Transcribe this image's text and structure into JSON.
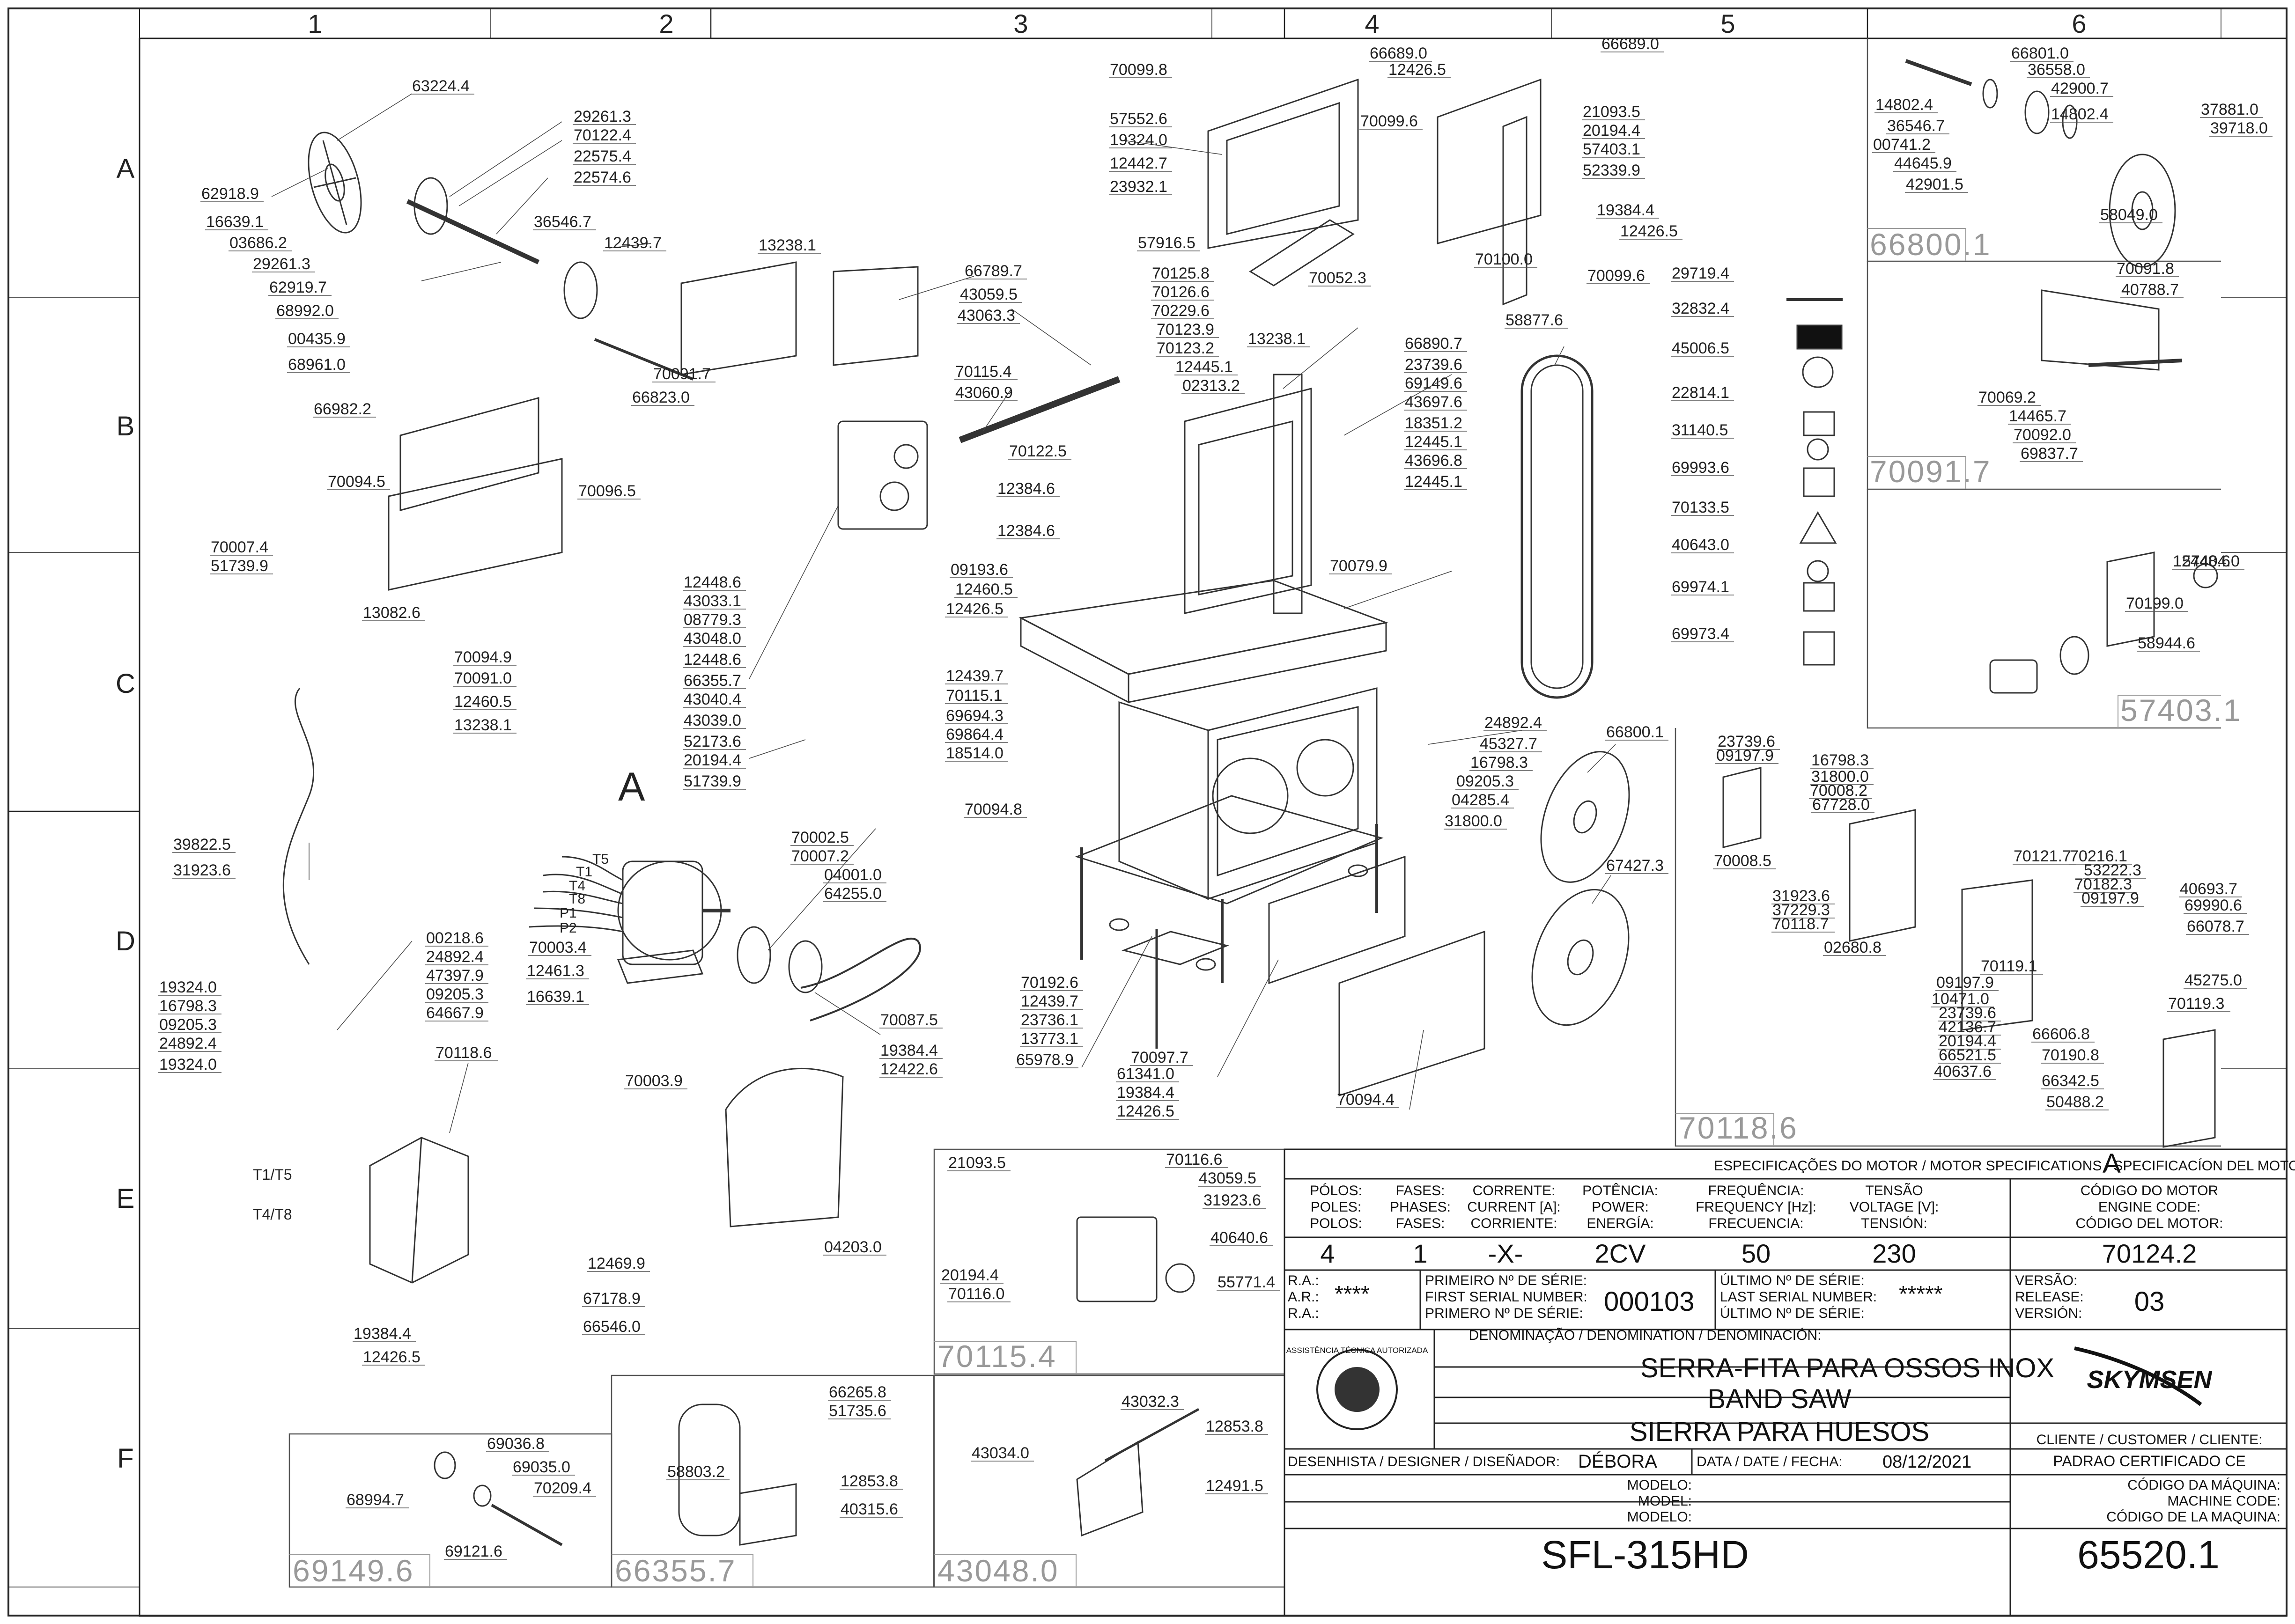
{
  "grid": {
    "columns": [
      "1",
      "2",
      "3",
      "4",
      "5",
      "6"
    ],
    "rows": [
      "A",
      "B",
      "C",
      "D",
      "E",
      "F"
    ]
  },
  "detail_boxes": {
    "a": "66800.1",
    "b": "70091.7",
    "c": "57403.1",
    "d": "70118.6",
    "e": "70115.4",
    "f": "69149.6",
    "g": "66355.7",
    "h": "43048.0"
  },
  "assembly_letter": "A",
  "motor_leads": [
    "T5",
    "T1",
    "T4",
    "T8",
    "P1",
    "P2"
  ],
  "part_labels": [
    "63224.4",
    "62918.9",
    "16639.1",
    "03686.2",
    "29261.3",
    "62919.7",
    "68992.0",
    "00435.9",
    "68961.0",
    "29261.3",
    "70122.4",
    "22575.4",
    "22574.6",
    "36546.7",
    "12439.7",
    "13238.1",
    "66823.0",
    "70091.7",
    "66982.2",
    "70094.5",
    "70096.5",
    "13082.6",
    "70007.4",
    "51739.9",
    "70094.9",
    "70091.0",
    "12460.5",
    "13238.1",
    "66789.7",
    "43059.5",
    "43063.3",
    "70115.4",
    "43060.9",
    "12448.6",
    "43033.1",
    "08779.3",
    "43048.0",
    "12448.6",
    "66355.7",
    "43040.4",
    "43039.0",
    "52173.6",
    "20194.4",
    "51739.9",
    "70099.8",
    "57552.6",
    "19324.0",
    "12442.7",
    "23932.1",
    "57916.5",
    "70125.8",
    "70126.6",
    "70229.6",
    "70123.9",
    "70123.2",
    "12445.1",
    "02313.2",
    "13238.1",
    "70122.5",
    "12384.6",
    "12384.6",
    "09193.6",
    "12460.5",
    "12426.5",
    "12439.7",
    "70115.1",
    "69694.3",
    "69864.4",
    "18514.0",
    "70094.8",
    "66689.0",
    "12426.5",
    "70099.6",
    "70052.3",
    "66890.7",
    "23739.6",
    "69149.6",
    "43697.6",
    "18351.2",
    "12445.1",
    "43696.8",
    "12445.1",
    "70079.9",
    "66689.0",
    "21093.5",
    "20194.4",
    "57403.1",
    "52339.9",
    "70100.0",
    "19384.4",
    "12426.5",
    "70099.6",
    "58877.6",
    "29719.4",
    "32832.4",
    "45006.5",
    "22814.1",
    "31140.5",
    "69993.6",
    "70133.5",
    "40643.0",
    "69974.1",
    "69973.4",
    "24892.4",
    "45327.7",
    "16798.3",
    "09205.3",
    "04285.4",
    "31800.0",
    "66800.1",
    "67427.3",
    "70094.4",
    "70097.7",
    "61341.0",
    "19384.4",
    "12426.5",
    "70192.6",
    "12439.7",
    "23736.1",
    "13773.1",
    "65978.9",
    "70002.5",
    "70007.2",
    "04001.0",
    "64255.0",
    "70087.5",
    "70003.4",
    "12461.3",
    "16639.1",
    "39822.5",
    "31923.6",
    "00218.6",
    "24892.4",
    "47397.9",
    "09205.3",
    "64667.9",
    "19324.0",
    "16798.3",
    "09205.3",
    "24892.4",
    "19324.0",
    "70118.6",
    "19384.4",
    "12422.6",
    "70003.9",
    "12469.9",
    "67178.9",
    "66546.0",
    "04203.0",
    "19384.4",
    "12426.5",
    "66801.0",
    "36558.0",
    "42900.7",
    "14802.4",
    "14802.4",
    "36546.7",
    "00741.2",
    "44645.9",
    "42901.5",
    "37881.0",
    "39718.0",
    "58049.0",
    "70091.8",
    "40788.7",
    "70069.2",
    "14465.7",
    "70092.0",
    "69837.7",
    "12448.6",
    "57404.0",
    "70199.0",
    "58944.6",
    "21093.5",
    "70116.6",
    "43059.5",
    "31923.6",
    "40640.6",
    "20194.4",
    "70116.0",
    "55771.4",
    "66265.8",
    "51735.6",
    "58803.2",
    "12853.8",
    "40315.6",
    "43032.3",
    "12853.8",
    "43034.0",
    "12491.5",
    "69036.8",
    "69035.0",
    "68994.7",
    "70209.4",
    "69121.6",
    "23739.6",
    "09197.9",
    "16798.3",
    "31800.0",
    "70008.2",
    "67728.0",
    "70008.5",
    "31923.6",
    "37229.3",
    "70118.7",
    "02680.8",
    "70121.7",
    "70216.1",
    "53222.3",
    "70182.3",
    "09197.9",
    "40693.7",
    "69990.6",
    "66078.7",
    "45275.0",
    "70119.1",
    "09197.9",
    "10471.0",
    "23739.6",
    "42136.7",
    "20194.4",
    "66521.5",
    "40637.6",
    "66606.8",
    "70190.8",
    "66342.5",
    "50488.2",
    "70119.3"
  ],
  "motor_spec": {
    "heading": "ESPECIFICAÇÕES DO MOTOR / MOTOR SPECIFICATIONS / SPECIFICACÍON DEL MOTOR:",
    "motor_letter": "A",
    "col_poles": [
      "PÓLOS:",
      "POLES:",
      "POLOS:"
    ],
    "col_phases": [
      "FASES:",
      "PHASES:",
      "FASES:"
    ],
    "col_current": [
      "CORRENTE:",
      "CURRENT [A]:",
      "CORRIENTE:"
    ],
    "col_power": [
      "POTÊNCIA:",
      "POWER:",
      "ENERGÍA:"
    ],
    "col_freq": [
      "FREQUÊNCIA:",
      "FREQUENCY [Hz]:",
      "FRECUENCIA:"
    ],
    "col_voltage": [
      "TENSÃO",
      "VOLTAGE [V]:",
      "TENSIÓN:"
    ],
    "col_engine": [
      "CÓDIGO DO MOTOR",
      "ENGINE CODE:",
      "CÓDIGO DEL MOTOR:"
    ],
    "v_poles": "4",
    "v_phases": "1",
    "v_current": "-X-",
    "v_power": "2CV",
    "v_freq": "50",
    "v_voltage": "230",
    "v_engine": "70124.2"
  },
  "title_block": {
    "ra_labels": [
      "R.A.:",
      "A.R.:",
      "R.A.:"
    ],
    "ra_value": "****",
    "first_serial_labels": [
      "PRIMEIRO Nº DE SÉRIE:",
      "FIRST SERIAL NUMBER:",
      "PRIMERO Nº DE SÉRIE:"
    ],
    "first_serial": "000103",
    "last_serial_labels": [
      "ÚLTIMO Nº DE SÉRIE:",
      "LAST SERIAL NUMBER:",
      "ÚLTIMO Nº DE SÉRIE:"
    ],
    "last_serial": "*****",
    "version_labels": [
      "VERSÃO:",
      "RELEASE:",
      "VERSIÓN:"
    ],
    "version": "03",
    "denomination_label": "DENOMINAÇÃO / DENOMINATION / DENOMINACIÓN:",
    "name_pt": "SERRA-FITA PARA OSSOS INOX",
    "name_en": "BAND SAW",
    "name_es": "SIERRA PARA HUESOS",
    "brand": "SKYMSEN",
    "seal_text": "ASSISTÊNCIA TÉCNICA AUTORIZADA",
    "designer_label": "DESENHISTA / DESIGNER / DISEÑADOR:",
    "designer": "DÉBORA",
    "date_label": "DATA / DATE / FECHA:",
    "date": "08/12/2021",
    "customer_label": "CLIENTE / CUSTOMER / CLIENTE:",
    "customer_value": "PADRAO CERTIFICADO CE",
    "model_labels": [
      "MODELO:",
      "MODEL:",
      "MODELO:"
    ],
    "model": "SFL-315HD",
    "machine_code_labels": [
      "CÓDIGO DA MÁQUINA:",
      "MACHINE CODE:",
      "CÓDIGO DE LA MAQUINA:"
    ],
    "machine_code": "65520.1"
  }
}
